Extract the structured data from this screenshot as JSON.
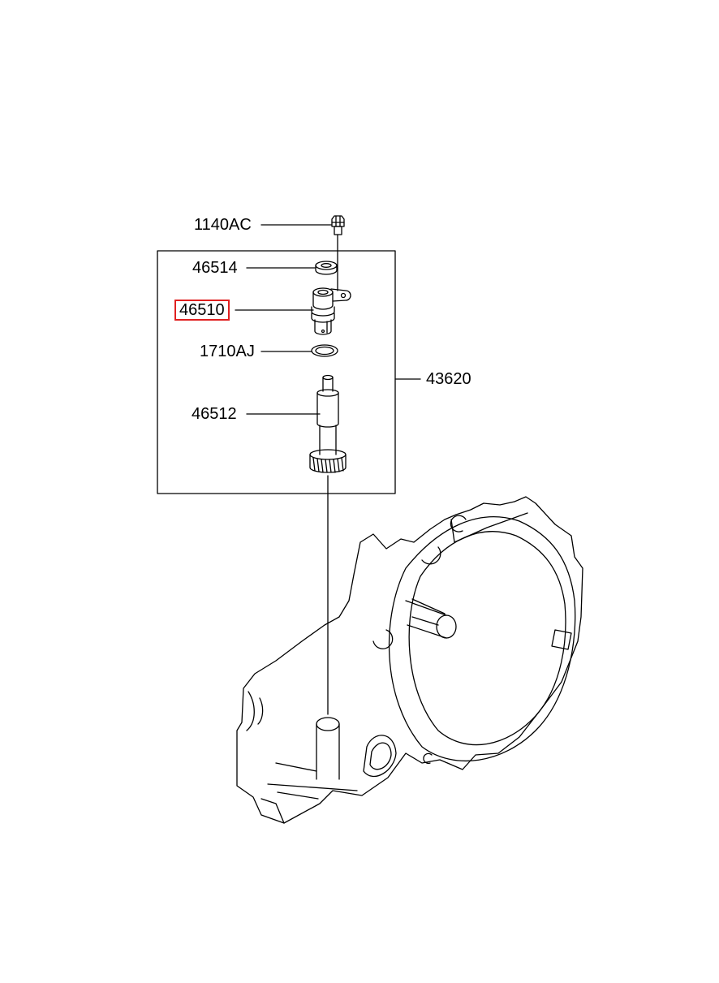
{
  "diagram": {
    "highlight_color": "#e02020",
    "line_color": "#000000",
    "labels": {
      "bolt": "1140AC",
      "oring_small": "46514",
      "sensor": "46510",
      "oring_large": "1710AJ",
      "assembly": "43620",
      "gear_shaft": "46512"
    },
    "highlighted_part": "46510"
  }
}
